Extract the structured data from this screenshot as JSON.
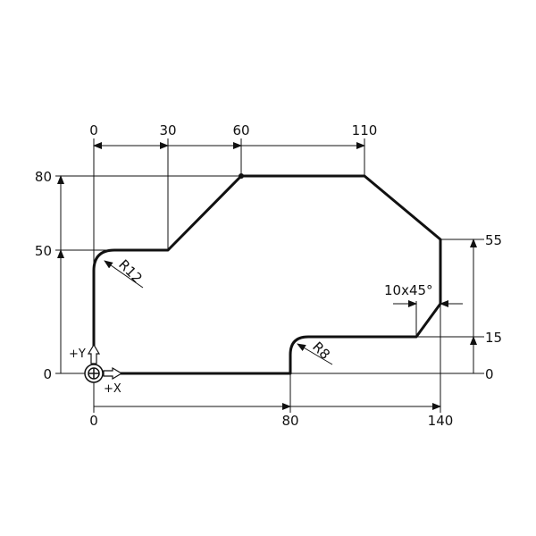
{
  "drawing": {
    "top_dims": [
      "0",
      "30",
      "60",
      "110"
    ],
    "bottom_dims": [
      "0",
      "80",
      "140"
    ],
    "left_dims": [
      "80",
      "50",
      "0"
    ],
    "right_dims": [
      "55",
      "15",
      "0"
    ],
    "radius_large": "R12",
    "radius_small": "R8",
    "chamfer": "10x45°",
    "axis_y": "+Y",
    "axis_x": "+X"
  },
  "colors": {
    "line": "#111111",
    "background": "#ffffff"
  }
}
